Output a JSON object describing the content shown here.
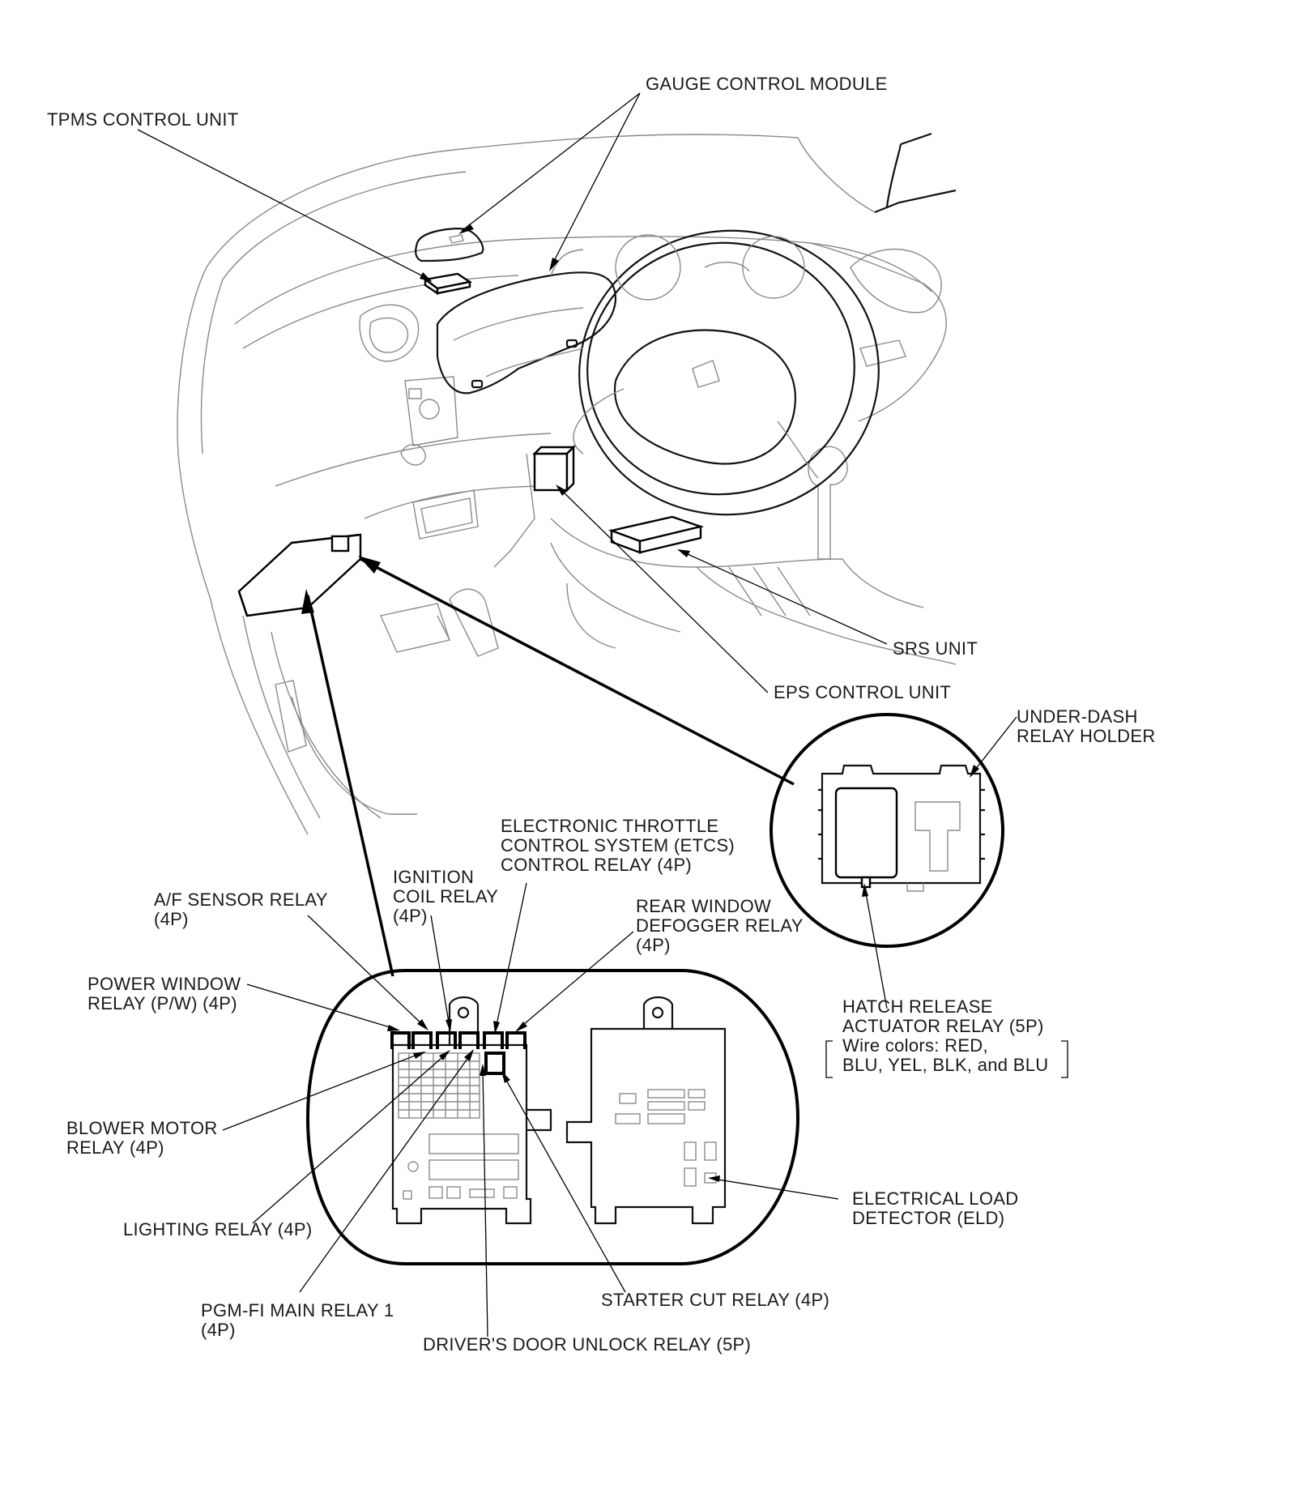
{
  "labels": {
    "gauge_control_module": "GAUGE CONTROL MODULE",
    "tpms_control_unit": "TPMS CONTROL UNIT",
    "srs_unit": "SRS UNIT",
    "eps_control_unit": "EPS CONTROL UNIT",
    "under_dash_relay_holder": [
      "UNDER-DASH",
      "RELAY HOLDER"
    ],
    "etcs_control_relay": [
      "ELECTRONIC THROTTLE",
      "CONTROL SYSTEM (ETCS)",
      "CONTROL RELAY (4P)"
    ],
    "ignition_coil_relay": [
      "IGNITION",
      "COIL RELAY",
      "(4P)"
    ],
    "af_sensor_relay": [
      "A/F SENSOR RELAY",
      "(4P)"
    ],
    "rear_window_defogger_relay": [
      "REAR WINDOW",
      "DEFOGGER RELAY",
      "(4P)"
    ],
    "power_window_relay": [
      "POWER WINDOW",
      "RELAY (P/W) (4P)"
    ],
    "hatch_release_actuator_relay": [
      "HATCH RELEASE",
      "ACTUATOR RELAY (5P)",
      "Wire colors: RED,",
      "BLU, YEL, BLK, and BLU"
    ],
    "blower_motor_relay": [
      "BLOWER MOTOR",
      "RELAY (4P)"
    ],
    "electrical_load_detector": [
      "ELECTRICAL LOAD",
      "DETECTOR (ELD)"
    ],
    "lighting_relay": "LIGHTING RELAY (4P)",
    "pgm_fi_main_relay_1": [
      "PGM-FI MAIN RELAY 1",
      "(4P)"
    ],
    "starter_cut_relay": "STARTER CUT RELAY (4P)",
    "drivers_door_unlock_relay": "DRIVER'S DOOR UNLOCK RELAY (5P)"
  }
}
